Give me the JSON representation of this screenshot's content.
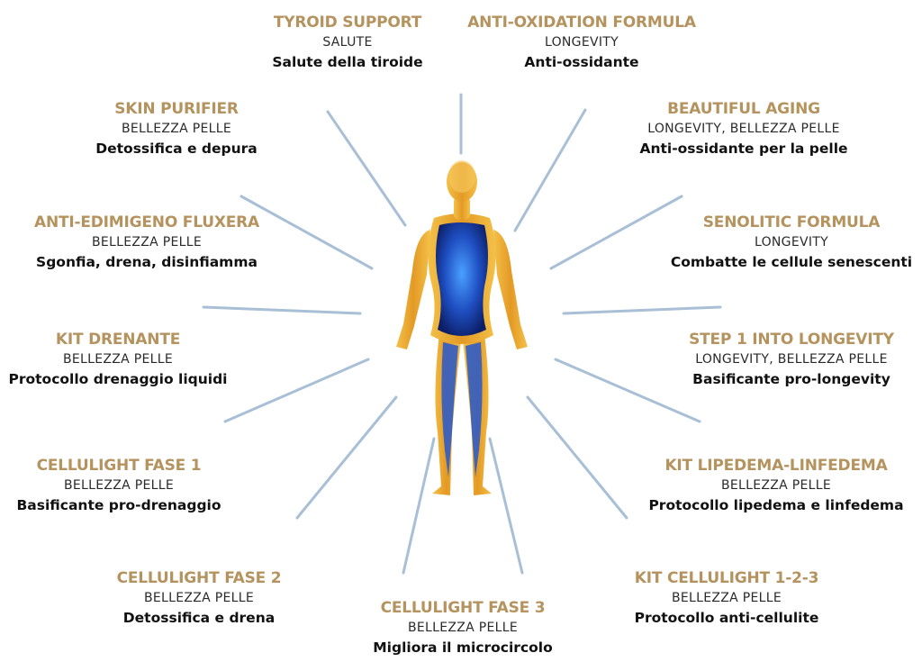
{
  "products": [
    {
      "title": "TYROID SUPPORT",
      "category": "SALUTE",
      "description": "Salute della tiroide"
    },
    {
      "title": "ANTI-OXIDATION FORMULA",
      "category": "LONGEVITY",
      "description": "Anti-ossidante"
    },
    {
      "title": "SKIN PURIFIER",
      "category": "BELLEZZA PELLE",
      "description": "Detossifica e depura"
    },
    {
      "title": "BEAUTIFUL AGING",
      "category": "LONGEVITY, BELLEZZA PELLE",
      "description": "Anti-ossidante per la pelle"
    },
    {
      "title": "ANTI-EDIMIGENO FLUXERA",
      "category": "BELLEZZA PELLE",
      "description": "Sgonfia, drena, disinfiamma"
    },
    {
      "title": "SENOLITIC FORMULA",
      "category": "LONGEVITY",
      "description": "Combatte le cellule senescenti"
    },
    {
      "title": "KIT DRENANTE",
      "category": "BELLEZZA PELLE",
      "description": "Protocollo drenaggio liquidi"
    },
    {
      "title": "STEP 1 INTO LONGEVITY",
      "category": "LONGEVITY, BELLEZZA PELLE",
      "description": "Basificante pro-longevity"
    },
    {
      "title": "CELLULIGHT FASE 1",
      "category": "BELLEZZA PELLE",
      "description": "Basificante pro-drenaggio"
    },
    {
      "title": "KIT LIPEDEMA-LINFEDEMA",
      "category": "BELLEZZA PELLE",
      "description": "Protocollo lipedema e linfedema"
    },
    {
      "title": "CELLULIGHT FASE 2",
      "category": "BELLEZZA PELLE",
      "description": "Detossifica e drena"
    },
    {
      "title": "KIT CELLULIGHT 1-2-3",
      "category": "BELLEZZA PELLE",
      "description": "Protocollo anti-cellulite"
    },
    {
      "title": "CELLULIGHT FASE 3",
      "category": "BELLEZZA PELLE",
      "description": "Migliora il microcircolo"
    }
  ],
  "colors": {
    "title": "#b5935e",
    "ray": "#a9bfd6",
    "body_gold": "#e0a83a",
    "body_blue": "#2f63d6"
  }
}
